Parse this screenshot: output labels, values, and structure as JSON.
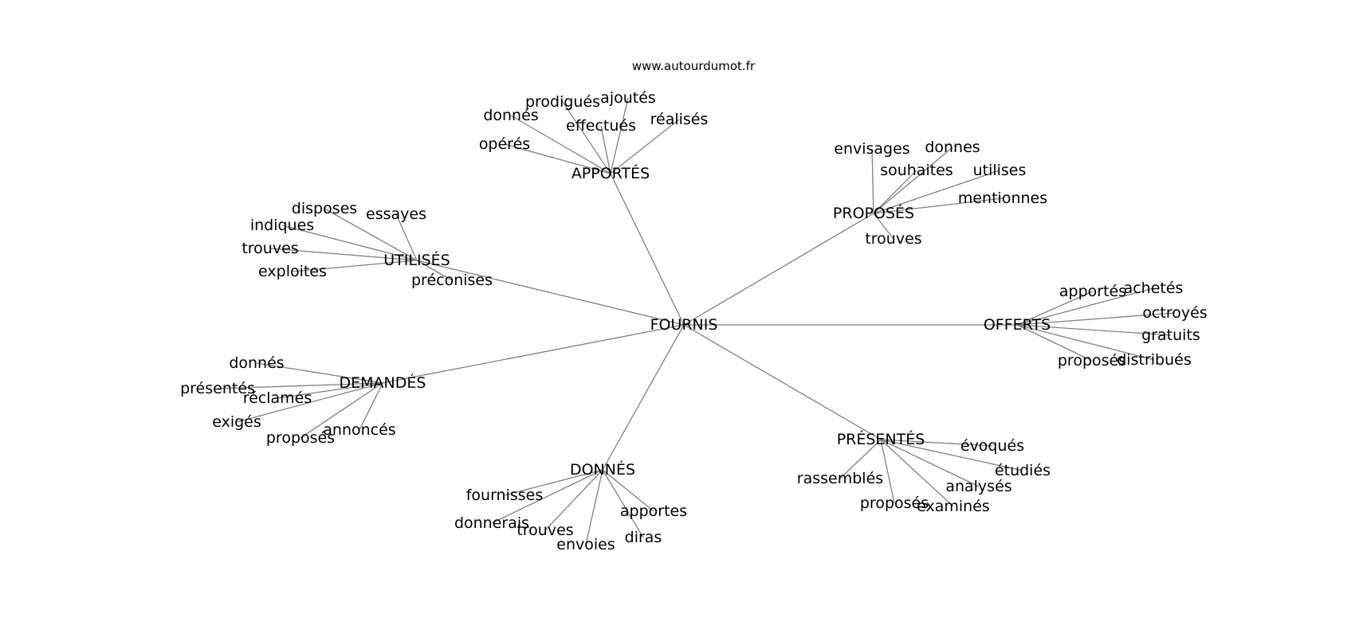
{
  "watermark": "www.autourdumot.fr",
  "graph": {
    "center": "FOURNIS",
    "clusters": [
      {
        "hub": "APPORTÉS",
        "leaves": [
          "prodigués",
          "ajoutés",
          "donnés",
          "effectués",
          "réalisés",
          "opérés"
        ]
      },
      {
        "hub": "PROPOSÉS",
        "leaves": [
          "envisages",
          "donnes",
          "souhaites",
          "utilises",
          "mentionnes",
          "trouves"
        ]
      },
      {
        "hub": "UTILISÉS",
        "leaves": [
          "disposes",
          "essayes",
          "indiques",
          "trouves",
          "exploites",
          "préconises"
        ]
      },
      {
        "hub": "OFFERTS",
        "leaves": [
          "apportés",
          "achetés",
          "octroyés",
          "gratuits",
          "proposés",
          "distribués"
        ]
      },
      {
        "hub": "DEMANDÉS",
        "leaves": [
          "donnés",
          "présentés",
          "réclamés",
          "exigés",
          "annoncés",
          "proposés"
        ]
      },
      {
        "hub": "PRÉSENTÉS",
        "leaves": [
          "évoqués",
          "étudiés",
          "rassemblés",
          "analysés",
          "proposés",
          "examinés"
        ]
      },
      {
        "hub": "DONNÉS",
        "leaves": [
          "fournisses",
          "apportes",
          "donnerais",
          "trouves",
          "envoies",
          "diras"
        ]
      }
    ]
  }
}
